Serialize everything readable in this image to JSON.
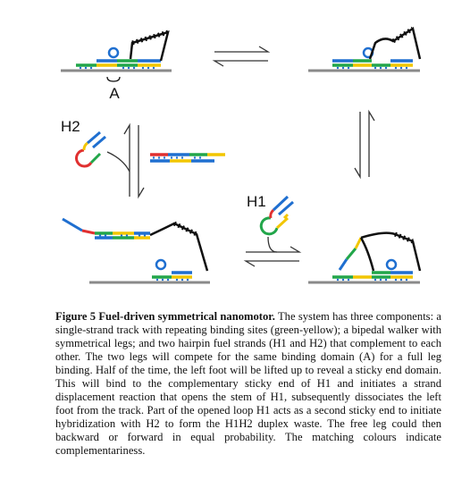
{
  "figure": {
    "label_A": "A",
    "label_H1": "H1",
    "label_H2": "H2",
    "colors": {
      "track": "#8a8a8a",
      "green": "#22a64a",
      "yellow": "#f2c600",
      "blue": "#1f6fd0",
      "red": "#e03030",
      "black": "#111111"
    }
  },
  "caption": {
    "heading": "Figure 5 Fuel-driven symmetrical nanomotor.",
    "body": "The system has three components: a single-strand track with repeating binding sites (green-yellow); a bipedal walker with symmetrical legs; and two hairpin fuel strands (H1 and H2) that complement to each other. The two legs will compete for the same binding domain (A) for a full leg binding. Half of the time, the left foot will be lifted up to reveal a sticky end domain. This will bind to the complementary sticky end of H1 and initiates a strand displacement reaction that opens the stem of H1, subsequently dissociates the left foot from the track. Part of the opened loop H1 acts as a second sticky end to initiate hybridization with H2 to form the H1H2 duplex waste. The free leg could then backward or forward in equal probability. The matching colours indicate complementariness."
  }
}
